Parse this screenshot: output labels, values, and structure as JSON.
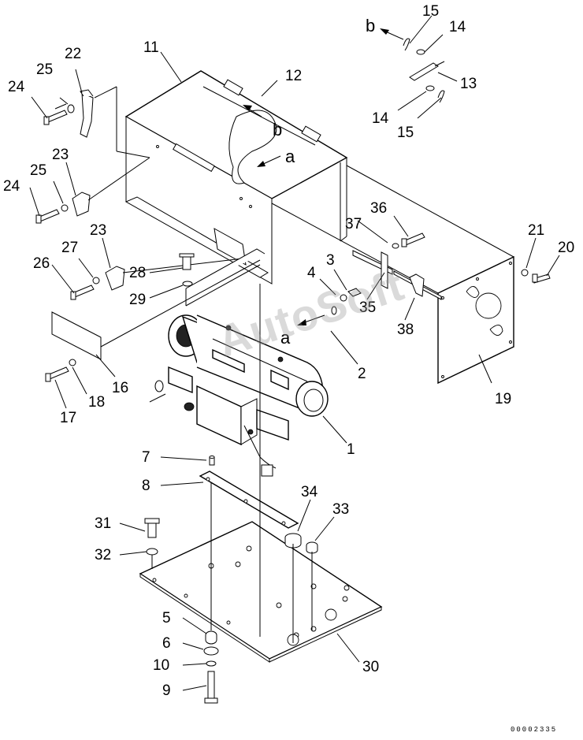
{
  "callouts": [
    {
      "id": "1",
      "label": "1"
    },
    {
      "id": "2",
      "label": "2"
    },
    {
      "id": "3",
      "label": "3"
    },
    {
      "id": "4",
      "label": "4"
    },
    {
      "id": "5",
      "label": "5"
    },
    {
      "id": "6",
      "label": "6"
    },
    {
      "id": "7",
      "label": "7"
    },
    {
      "id": "8",
      "label": "8"
    },
    {
      "id": "9",
      "label": "9"
    },
    {
      "id": "10",
      "label": "10"
    },
    {
      "id": "11",
      "label": "11"
    },
    {
      "id": "12",
      "label": "12"
    },
    {
      "id": "13",
      "label": "13"
    },
    {
      "id": "14a",
      "label": "14"
    },
    {
      "id": "14b",
      "label": "14"
    },
    {
      "id": "15a",
      "label": "15"
    },
    {
      "id": "15b",
      "label": "15"
    },
    {
      "id": "16",
      "label": "16"
    },
    {
      "id": "17",
      "label": "17"
    },
    {
      "id": "18",
      "label": "18"
    },
    {
      "id": "19",
      "label": "19"
    },
    {
      "id": "20",
      "label": "20"
    },
    {
      "id": "21",
      "label": "21"
    },
    {
      "id": "22",
      "label": "22"
    },
    {
      "id": "23a",
      "label": "23"
    },
    {
      "id": "23b",
      "label": "23"
    },
    {
      "id": "24a",
      "label": "24"
    },
    {
      "id": "24b",
      "label": "24"
    },
    {
      "id": "25a",
      "label": "25"
    },
    {
      "id": "25b",
      "label": "25"
    },
    {
      "id": "26",
      "label": "26"
    },
    {
      "id": "27",
      "label": "27"
    },
    {
      "id": "28",
      "label": "28"
    },
    {
      "id": "29",
      "label": "29"
    },
    {
      "id": "30",
      "label": "30"
    },
    {
      "id": "31",
      "label": "31"
    },
    {
      "id": "32",
      "label": "32"
    },
    {
      "id": "33",
      "label": "33"
    },
    {
      "id": "34",
      "label": "34"
    },
    {
      "id": "35",
      "label": "35"
    },
    {
      "id": "36",
      "label": "36"
    },
    {
      "id": "37",
      "label": "37"
    },
    {
      "id": "38",
      "label": "38"
    }
  ],
  "references": [
    {
      "id": "b-top",
      "label": "b"
    },
    {
      "id": "b-lid",
      "label": "b"
    },
    {
      "id": "a-lid",
      "label": "a"
    },
    {
      "id": "a-heater",
      "label": "a"
    }
  ],
  "watermark": "AutoSoft",
  "document_code": "00002335"
}
